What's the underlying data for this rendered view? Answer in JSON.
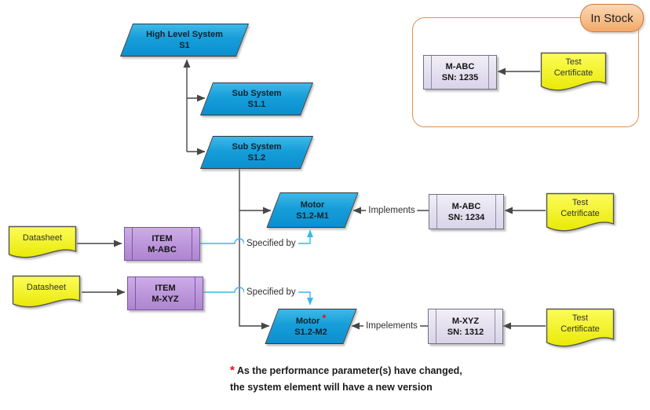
{
  "shapes": {
    "high_level_system": {
      "line1": "High Level System",
      "line2": "S1"
    },
    "sub_system_11": {
      "line1": "Sub System",
      "line2": "S1.1"
    },
    "sub_system_12": {
      "line1": "Sub System",
      "line2": "S1.2"
    },
    "motor_m1": {
      "line1": "Motor",
      "line2": "S1.2-M1"
    },
    "motor_m2": {
      "line1": "Motor",
      "line2": "S1.2-M2",
      "note_marker": "*"
    },
    "item_m_abc": {
      "line1": "ITEM",
      "line2": "M-ABC"
    },
    "item_m_xyz": {
      "line1": "ITEM",
      "line2": "M-XYZ"
    },
    "part_m_abc": {
      "line1": "M-ABC",
      "line2": "SN: 1234"
    },
    "part_m_xyz": {
      "line1": "M-XYZ",
      "line2": "SN: 1312"
    },
    "datasheet_1": {
      "label": "Datasheet"
    },
    "datasheet_2": {
      "label": "Datasheet"
    },
    "test_cert_m1": {
      "line1": "Test",
      "line2": "Cetrificate"
    },
    "test_cert_m2": {
      "line1": "Test",
      "line2": "Certificate"
    }
  },
  "in_stock": {
    "title": "In Stock",
    "part": {
      "line1": "M-ABC",
      "line2": "SN: 1235"
    },
    "test_cert": {
      "line1": "Test",
      "line2": "Certificate"
    }
  },
  "edge_labels": {
    "implements": "Implements",
    "impelements": "Impelements",
    "specified_by_1": "Specified by",
    "specified_by_2": "Specified by"
  },
  "footnote": {
    "marker": "*",
    "line1": "As the performance parameter(s) have changed,",
    "line2": "the system element will have a new version"
  },
  "colors": {
    "system_blue": "#169ed9",
    "item_purple": "#bb95da",
    "part_lavender": "#e3dfef",
    "document_yellow": "#f2f211",
    "in_stock_peach": "#f7bf8b",
    "accent_orange": "#e0904e",
    "connector_dark": "#474747",
    "connector_cyan": "#38b7ec",
    "note_red": "#ff0000"
  }
}
